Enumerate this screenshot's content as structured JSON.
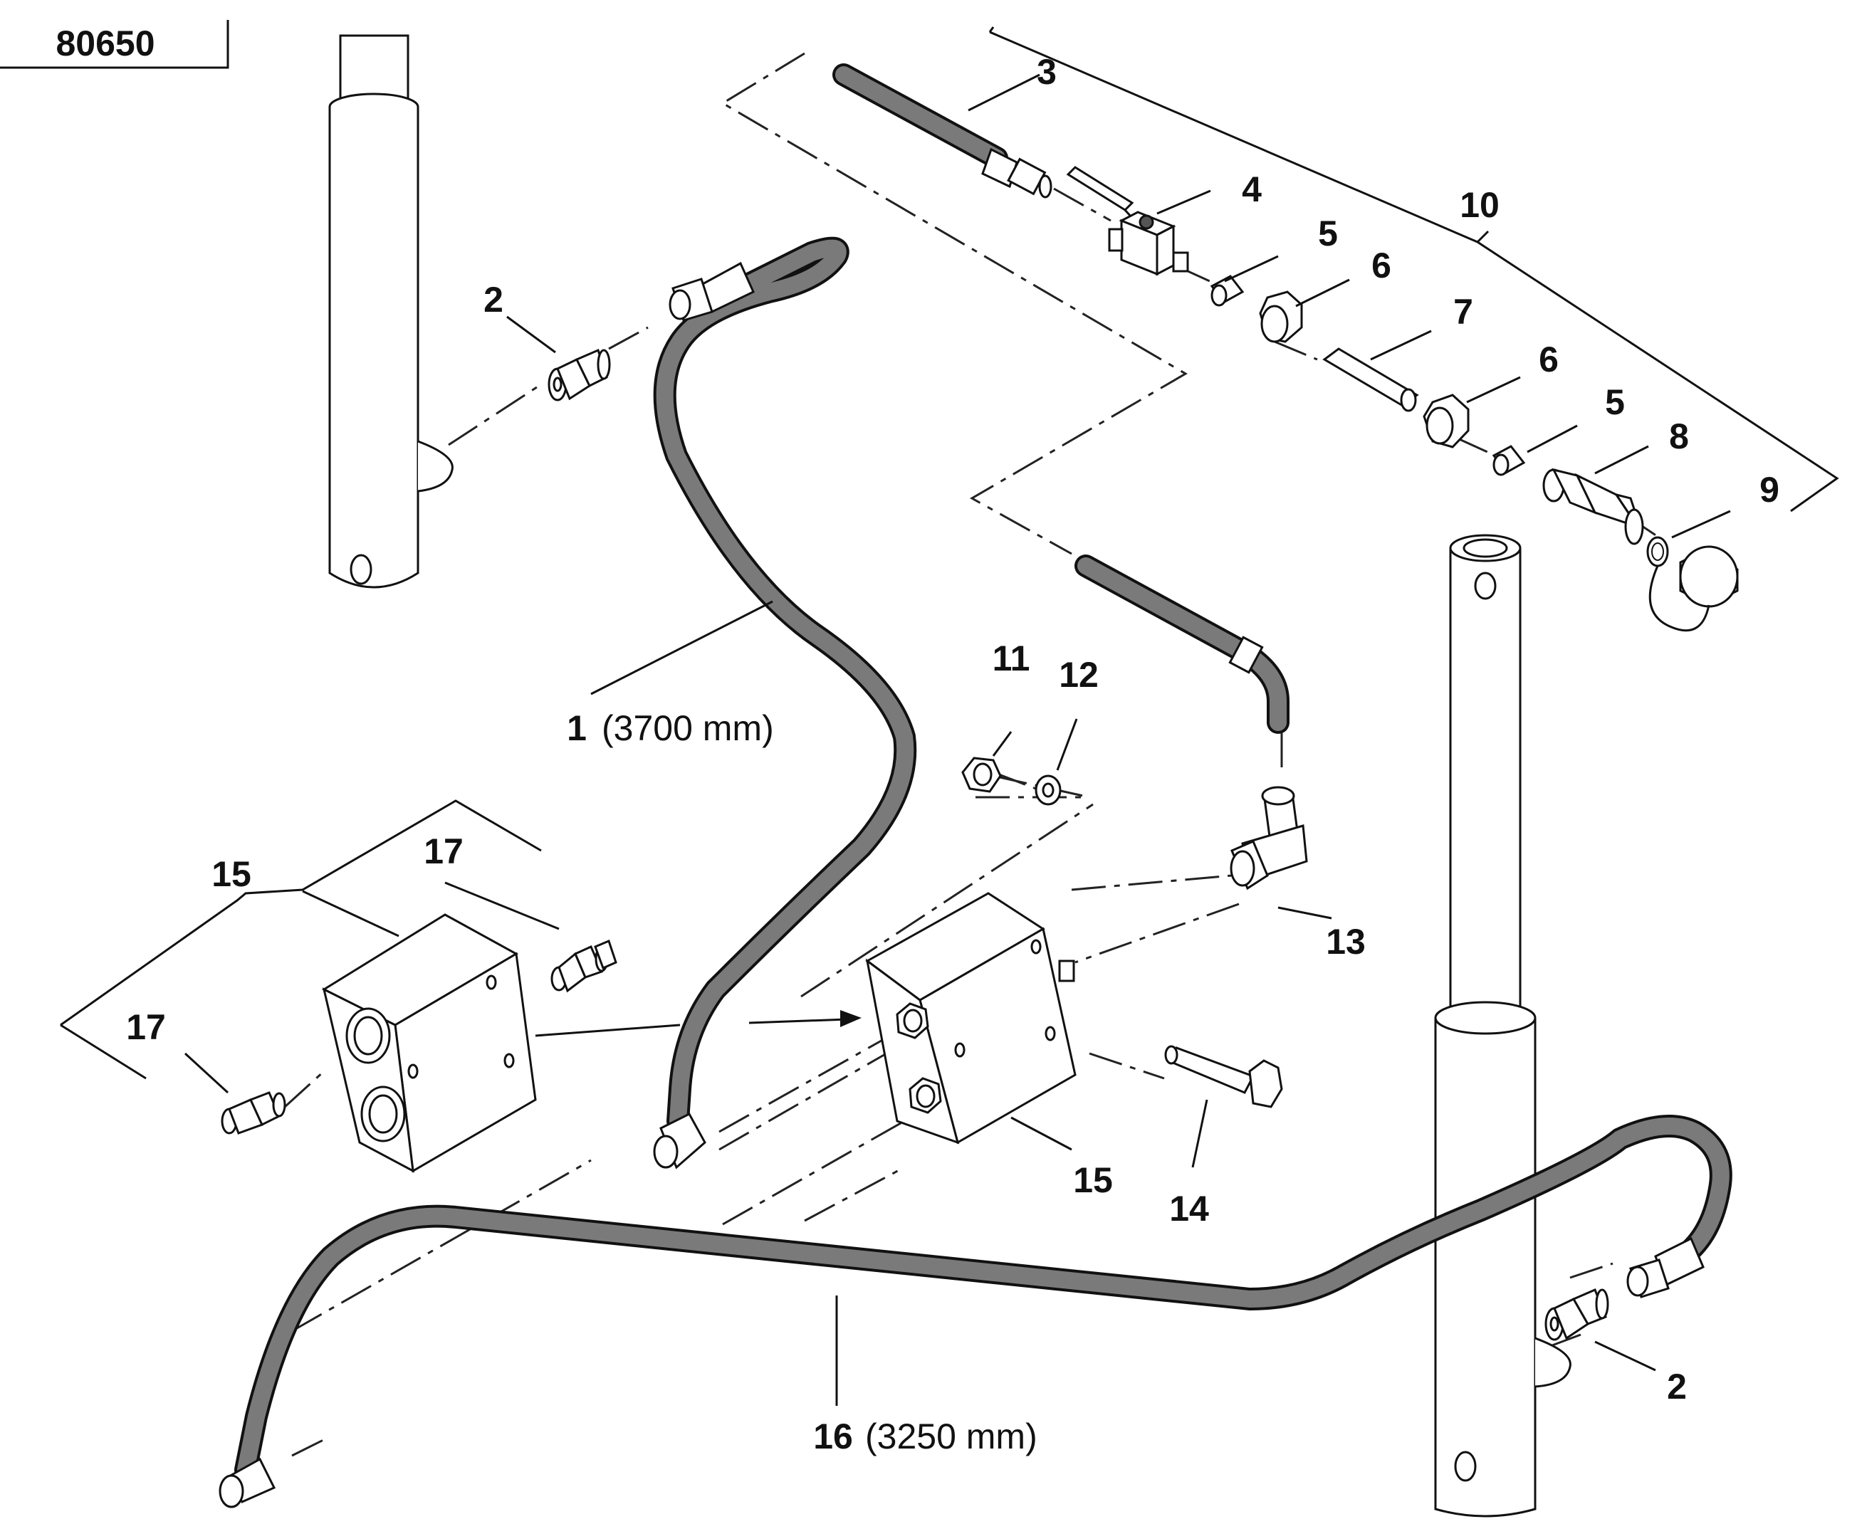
{
  "drawing_number": "80650",
  "labels": {
    "hose_1": "1",
    "hose_1_length": "(3700 mm)",
    "fitting_2_left": "2",
    "fitting_2_right": "2",
    "hose_3": "3",
    "ball_valve_4": "4",
    "ferrule_5_a": "5",
    "nut_6_a": "6",
    "tube_7": "7",
    "nut_6_b": "6",
    "ferrule_5_b": "5",
    "coupler_8": "8",
    "dust_cap_9": "9",
    "kit_10": "10",
    "nut_11": "11",
    "washer_12": "12",
    "elbow_13": "13",
    "bolt_14": "14",
    "block_15_left": "15",
    "block_15_right": "15",
    "hose_16": "16",
    "hose_16_length": "(3250 mm)",
    "adapter_17_top": "17",
    "adapter_17_left": "17"
  }
}
